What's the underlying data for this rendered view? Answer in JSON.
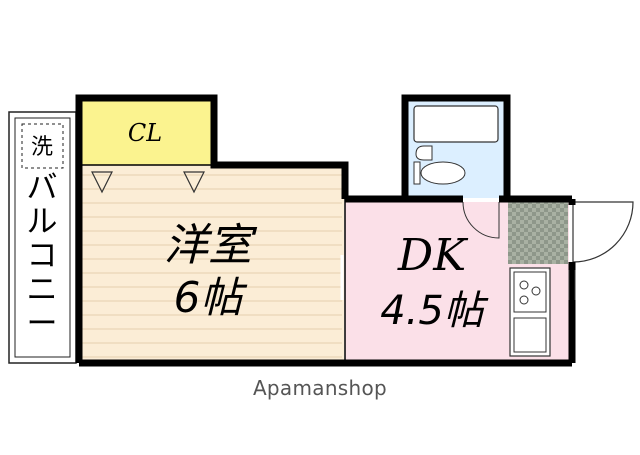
{
  "rooms": {
    "closet": {
      "label": "CL",
      "color": "#fbf38f"
    },
    "western_room": {
      "label": "洋室",
      "size": "6帖",
      "color": "#fbedd6"
    },
    "dk": {
      "label": "DK",
      "size": "4.5帖",
      "color": "#fbe0e8"
    },
    "bath": {
      "color": "#dcefff"
    }
  },
  "balcony": {
    "label": "バルコニー",
    "washer_label": "洗"
  },
  "watermark": "Apamanshop",
  "colors": {
    "wall": "#000000",
    "tile": "#9fa89a",
    "line": "#e2c9a8"
  }
}
